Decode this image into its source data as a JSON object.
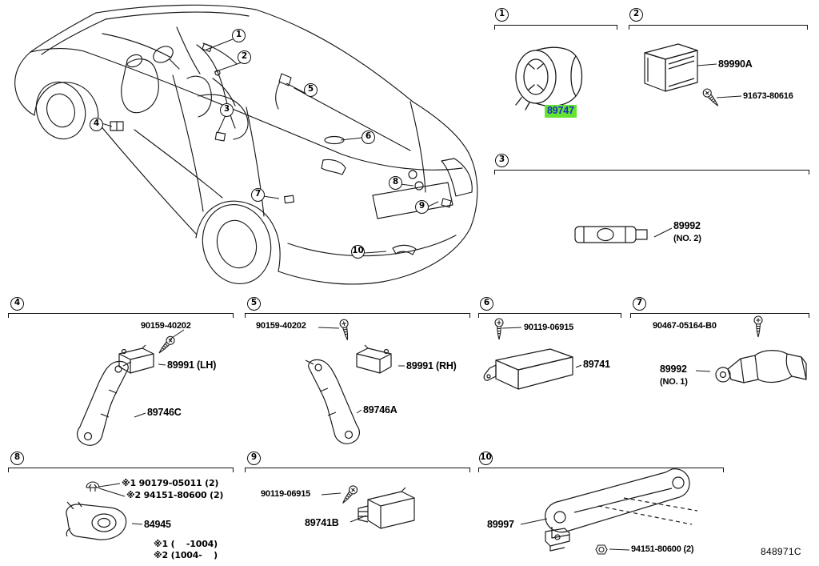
{
  "colors": {
    "highlight_bg": "#63e431",
    "highlight_text": "#1b2ec4",
    "line": "#1a1a1a"
  },
  "car": {
    "callouts": [
      "1",
      "2",
      "3",
      "4",
      "5",
      "6",
      "7",
      "8",
      "9",
      "10"
    ]
  },
  "sections": {
    "s1": {
      "num": "1",
      "part": "89747"
    },
    "s2": {
      "num": "2",
      "part": "89990A",
      "screw": "91673-80616"
    },
    "s3": {
      "num": "3",
      "part": "89992",
      "note": "(NO. 2)"
    },
    "s4": {
      "num": "4",
      "screw": "90159-40202",
      "receiver": "89991 (LH)",
      "bracket": "89746C"
    },
    "s5": {
      "num": "5",
      "screw": "90159-40202",
      "receiver": "89991 (RH)",
      "bracket": "89746A"
    },
    "s6": {
      "num": "6",
      "bolt": "90119-06915",
      "part": "89741"
    },
    "s7": {
      "num": "7",
      "screw": "90467-05164-B0",
      "part": "89992",
      "note": "(NO. 1)"
    },
    "s8": {
      "num": "8",
      "fastener1": "※1 90179-05011 (2)",
      "fastener2": "※2 94151-80600 (2)",
      "part": "84945",
      "footnote1": "※1 (    -1004)",
      "footnote2": "※2 (1004-    )"
    },
    "s9": {
      "num": "9",
      "bolt": "90119-06915",
      "part": "89741B"
    },
    "s10": {
      "num": "10",
      "part": "89997",
      "fastener": "94151-80600 (2)"
    }
  },
  "footer": {
    "diagram_code": "848971C"
  }
}
